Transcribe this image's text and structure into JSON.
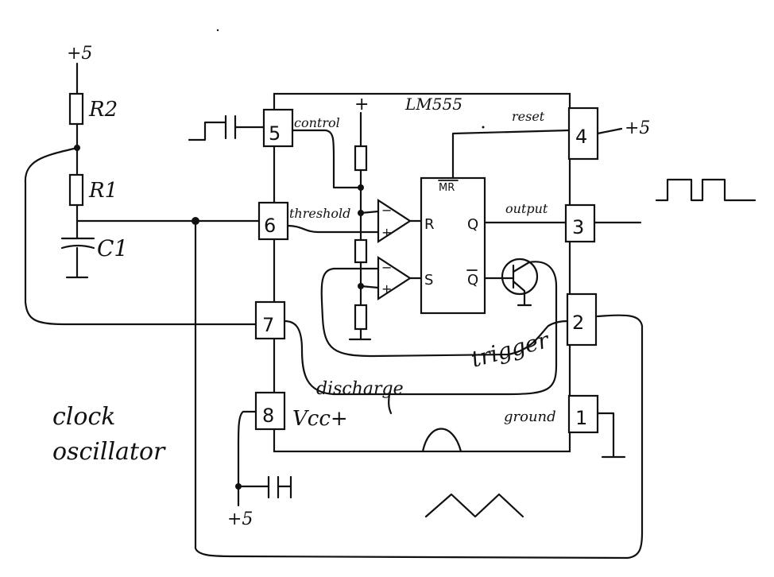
{
  "chip": {
    "name": "LM555",
    "pins": {
      "p1": "1",
      "p2": "2",
      "p3": "3",
      "p4": "4",
      "p5": "5",
      "p6": "6",
      "p7": "7",
      "p8": "8"
    },
    "labels": {
      "control": "control",
      "reset": "reset",
      "threshold": "threshold",
      "output": "output",
      "trigger": "trigger",
      "discharge": "discharge",
      "vcc": "Vcc+",
      "ground": "ground",
      "mr": "MR",
      "r": "R",
      "s": "S",
      "q": "Q",
      "qbar": "Q"
    }
  },
  "components": {
    "r2": "R2",
    "r1": "R1",
    "c1": "C1"
  },
  "supplies": {
    "top": "+5",
    "reset": "+5",
    "bottom": "+5",
    "internal": "+"
  },
  "comparators": {
    "minus": "−",
    "plus": "+"
  },
  "caption": {
    "line1": "clock",
    "line2": "oscillator"
  }
}
